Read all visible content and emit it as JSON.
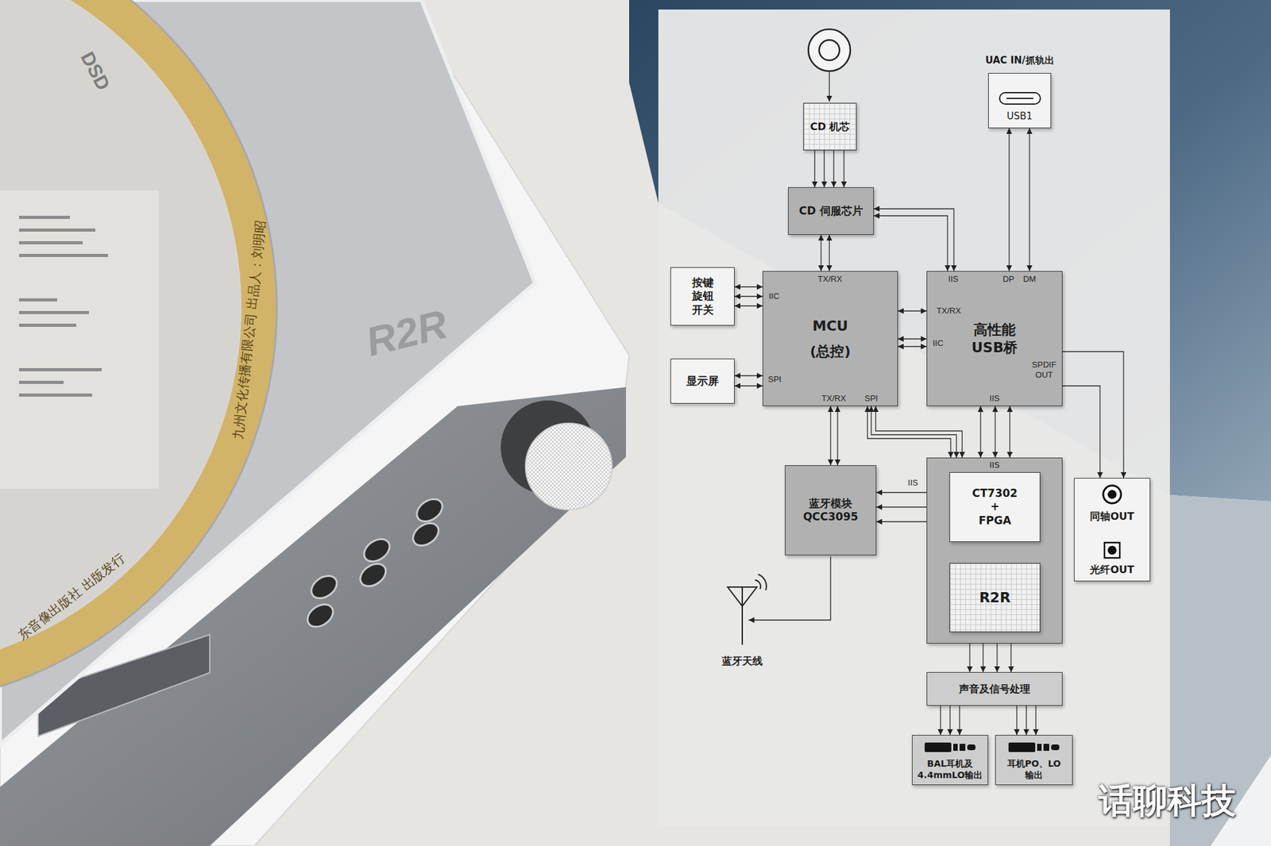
{
  "diagram": {
    "nodes": [
      {
        "text": [
          "CD 机芯"
        ]
      },
      {
        "text": [
          "UAC IN/抓轨出",
          "USB1"
        ]
      },
      {
        "text": [
          "CD 伺服芯片"
        ]
      },
      {
        "text": [
          "按键 旋钮 开关"
        ]
      },
      {
        "text": [
          "MCU",
          "(总控)"
        ]
      },
      {
        "text": [
          "高性能 USB桥"
        ]
      },
      {
        "text": [
          "显示屏"
        ]
      },
      {
        "text": [
          "蓝牙模块 QCC3095"
        ]
      },
      {
        "text": [
          "IIS"
        ]
      },
      {
        "text": [
          "CT7302 + FPGA"
        ],
        "in": 8
      },
      {
        "text": [
          "R2R"
        ],
        "in": 8
      },
      {
        "text": [
          "同轴OUT",
          "光纤OUT"
        ]
      },
      {
        "text": [
          "声音及信号处理"
        ]
      },
      {
        "text": [
          "BAL耳机及 4.4mmLO输出"
        ]
      },
      {
        "text": [
          "耳机PO、LO 输出"
        ]
      }
    ],
    "edges": [
      {
        "from": 0,
        "to": 2,
        "arrow": "to"
      },
      {
        "from": 1,
        "to": 5,
        "arrow": "both"
      },
      {
        "from": 2,
        "to": 5,
        "arrow": "both"
      },
      {
        "from": 2,
        "to": 4,
        "arrow": "both"
      },
      {
        "from": 3,
        "to": 4,
        "arrow": "both"
      },
      {
        "from": 6,
        "to": 4,
        "arrow": "both"
      },
      {
        "from": 4,
        "to": 5,
        "arrow": "both"
      },
      {
        "from": 4,
        "to": 7,
        "arrow": "both"
      },
      {
        "from": 4,
        "to": 8,
        "arrow": "both"
      },
      {
        "from": 5,
        "to": 8,
        "arrow": "both"
      },
      {
        "from": 7,
        "to": 9,
        "label": "IIS",
        "arrow": "both"
      },
      {
        "from": 5,
        "to": 11,
        "arrow": "to"
      },
      {
        "from": 9,
        "to": 10,
        "arrow": "to"
      },
      {
        "from": 8,
        "to": 12,
        "arrow": "to"
      },
      {
        "from": 12,
        "to": 13,
        "arrow": "to"
      },
      {
        "from": 12,
        "to": 14,
        "arrow": "to"
      }
    ],
    "labels": [
      "TX/RX",
      "IIC",
      "SPI",
      "TX/RX",
      "SPI",
      "IIS",
      "DP",
      "DM",
      "TX/RX",
      "IIC",
      "SPDIF OUT",
      "IIS",
      "蓝牙天线",
      "话聊科技",
      "R2R",
      "九州文化传播有限公司 出品人：刘明昭",
      "东音像出版社 出版发行",
      "DSD"
    ]
  }
}
